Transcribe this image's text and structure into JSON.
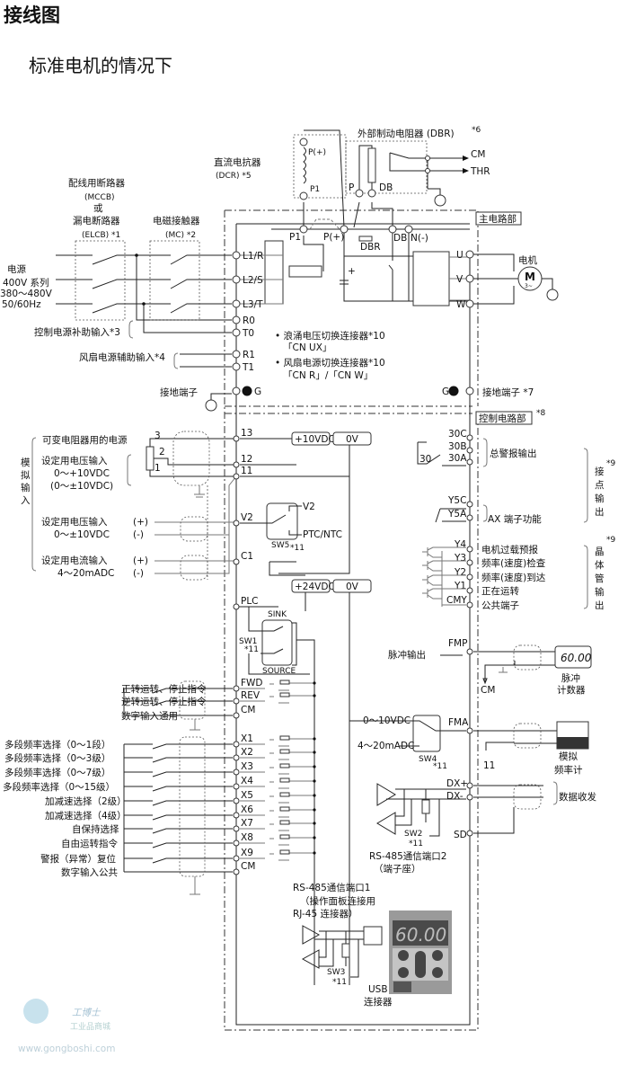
{
  "title": "接线图",
  "subtitle": "标准电机的情况下",
  "main_section_label": "主电路部",
  "control_section_label": "控制电路部",
  "control_section_note": "*8",
  "power": {
    "label": "电源",
    "spec1": "400V 系列",
    "spec2": "380～480V",
    "spec3": "50/60Hz"
  },
  "mccb": {
    "line1": "配线用断路器",
    "line2": "(MCCB)",
    "line3": "或",
    "line4": "漏电断路器",
    "line5": "(ELCB) *1"
  },
  "mc": {
    "line1": "电磁接触器",
    "line2": "(MC) *2"
  },
  "dcr": {
    "line1": "直流电抗器",
    "line2": "(DCR) *5",
    "p_plus": "P(+)",
    "p1": "P1"
  },
  "dbr": {
    "label": "外部制动电阻器 (DBR)",
    "note": "*6",
    "p": "P",
    "db": "DB",
    "cm": "CM",
    "thr": "THR"
  },
  "main_terminals": [
    "L1/R",
    "L2/S",
    "L3/T",
    "R0",
    "T0",
    "R1",
    "T1",
    "G"
  ],
  "bus_labels": {
    "p1": "P1",
    "p_plus": "P(+)",
    "dbr": "DBR",
    "db": "DB",
    "n_minus": "N(-)",
    "cap_plus": "+"
  },
  "control_power_aux": "控制电源补助输入*3",
  "fan_power_aux": "风扇电源辅助输入*4",
  "ground_terminal": "接地端子",
  "ground_terminal_right": "接地端子 *7",
  "ground_g": "G",
  "motor": {
    "label": "电机",
    "symbol": "M",
    "phase": "3~"
  },
  "output_terminals": [
    "U",
    "V",
    "W"
  ],
  "connectors": {
    "line1": "• 浪涌电压切换连接器*10",
    "line2": "「CN UX」",
    "line3": "• 风扇电源切换连接器*10",
    "line4": "「CN R」/「CN W」"
  },
  "analog": {
    "group_label": [
      "模",
      "拟",
      "输",
      "入"
    ],
    "pot_power": "可变电阻器用的电源",
    "v_in1": "设定用电压输入",
    "v_in1_range1": "0～+10VDC",
    "v_in1_range2": "(0～±10VDC)",
    "v_in2": "设定用电压输入",
    "v_in2_range": "0～±10VDC",
    "i_in": "设定用电流输入",
    "i_in_range": "4～20mADC",
    "plus": "(+)",
    "minus": "(-)",
    "pot_pins": [
      "3",
      "2",
      "1"
    ]
  },
  "control_left_terminals": [
    "13",
    "12",
    "11",
    "V2",
    "C1",
    "PLC",
    "FWD",
    "REV",
    "CM",
    "X1",
    "X2",
    "X3",
    "X4",
    "X5",
    "X6",
    "X7",
    "X8",
    "X9",
    "CM"
  ],
  "supply_boxes": {
    "v10": "+10VDC",
    "ov1": "0V",
    "v24": "+24VDC",
    "ov2": "0V"
  },
  "sw5": {
    "label": "SW5",
    "note": "*11",
    "v2": "V2",
    "ptc": "PTC/NTC"
  },
  "sw1": {
    "label": "SW1",
    "note": "*11",
    "sink": "SINK",
    "source": "SOURCE"
  },
  "digital_inputs": [
    "正转运转、停止指令",
    "逆转运转、停止指令",
    "数字输入通用",
    "多段频率选择（0～1段）",
    "多段频率选择（0～3级）",
    "多段频率选择（0～7级）",
    "多段频率选择（0～15级）",
    "加减速选择（2级）",
    "加减速选择（4级）",
    "自保持选择",
    "自由运转指令",
    "警报（异常）复位",
    "数字输入公共"
  ],
  "relay_outputs": {
    "terminals": [
      "30C",
      "30B",
      "30A",
      "Y5C",
      "Y5A"
    ],
    "relay30": "30",
    "alarm": "总警报输出",
    "ax": "AX 端子功能",
    "group": [
      "接",
      "点",
      "输",
      "出"
    ],
    "note": "*9"
  },
  "transistor_outputs": {
    "terminals": [
      "Y4",
      "Y3",
      "Y2",
      "Y1",
      "CMY"
    ],
    "labels": [
      "电机过载预报",
      "频率(速度)检查",
      "频率(速度)到达",
      "正在运转",
      "公共端子"
    ],
    "group": [
      "晶",
      "体",
      "管",
      "输",
      "出"
    ],
    "note": "*9"
  },
  "pulse": {
    "terminal": "FMP",
    "label": "脉冲输出",
    "cm": "CM",
    "counter_display": "60.00",
    "counter1": "脉冲",
    "counter2": "计数器"
  },
  "analog_out": {
    "terminal": "FMA",
    "v": "0～10VDC",
    "i": "4～20mADC",
    "sw": "SW4",
    "note": "*11",
    "ref": "11",
    "meter1": "模拟",
    "meter2": "频率计"
  },
  "rs485_2": {
    "dxp": "DX+",
    "dxm": "DX-",
    "sd": "SD",
    "data": "数据收发",
    "sw": "SW2",
    "note": "*11",
    "title": "RS-485通信端口2",
    "sub": "（端子座）"
  },
  "rs485_1": {
    "title": "RS-485通信端口1",
    "sub1": "（操作面板连接用",
    "sub2": "RJ-45 连接器）",
    "sw": "SW3",
    "note": "*11",
    "usb1": "USB",
    "usb2": "连接器",
    "panel_display": "60.00"
  },
  "watermark": {
    "brand": "工博士",
    "sub": "工业品商城",
    "url": "www.gongboshi.com"
  }
}
